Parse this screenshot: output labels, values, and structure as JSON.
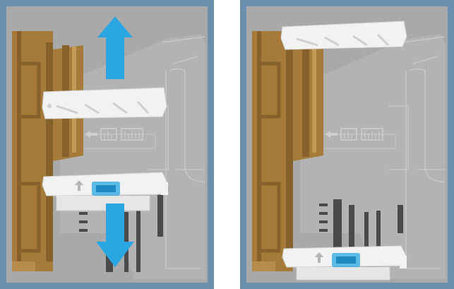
{
  "figure": {
    "panels": [
      {
        "id": "step-1",
        "arrows": [
          "up",
          "down"
        ],
        "tray_guides": "spread-apart"
      },
      {
        "id": "step-2",
        "arrows": [],
        "tray_guides": "fully-extended"
      }
    ]
  },
  "colors": {
    "frame": "#6c8fb0",
    "background": "#a9a9a9",
    "cabinet": "#b3b3b3",
    "outline": "#c8c8c8",
    "gold_dark": "#86612c",
    "gold_mid": "#a67b3a",
    "gold_light": "#c49a56",
    "guide_white": "#f2f2f2",
    "arrow_blue": "#2aa7e3",
    "bar_dark": "#4a4a4a"
  }
}
